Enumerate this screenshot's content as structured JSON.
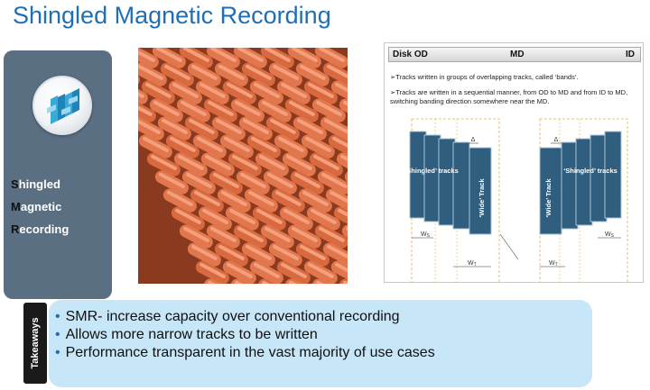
{
  "slide": {
    "title": "Shingled Magnetic Recording"
  },
  "sidebar": {
    "logo_icon": "smr-logo-icon",
    "acronym": [
      {
        "first": "S",
        "rest": "hingled"
      },
      {
        "first": "M",
        "rest": "agnetic"
      },
      {
        "first": "R",
        "rest": "ecording"
      }
    ]
  },
  "photo": {
    "subject": "roof-tiles-image"
  },
  "diagram": {
    "header": {
      "od": "Disk OD",
      "md": "MD",
      "id": "ID"
    },
    "bullets": [
      "➢Tracks written in groups of overlapping tracks, called ‘bands’.",
      "➢Tracks are written in a sequential manner, from OD to MD and from ID to MD, switching banding direction somewhere near the MD."
    ],
    "labels": {
      "shingled_tracks": "‘Shingled’ tracks",
      "wide_track": "‘Wide’ Track",
      "delta": "Δ",
      "w_small": "W",
      "w_small_sub": "S",
      "w_large": "W",
      "w_large_sub": "T"
    }
  },
  "takeaways": {
    "tab_label": "Takeaways",
    "items": [
      "SMR- increase capacity over conventional recording",
      "Allows more narrow tracks to be written",
      "Performance transparent in the vast majority of use cases"
    ]
  },
  "colors": {
    "title": "#1f6fb4",
    "panel": "#5a6f82",
    "takeaways_bg": "#c7e6f7",
    "tile": "#e2774e",
    "track": "#2f5e7e"
  }
}
